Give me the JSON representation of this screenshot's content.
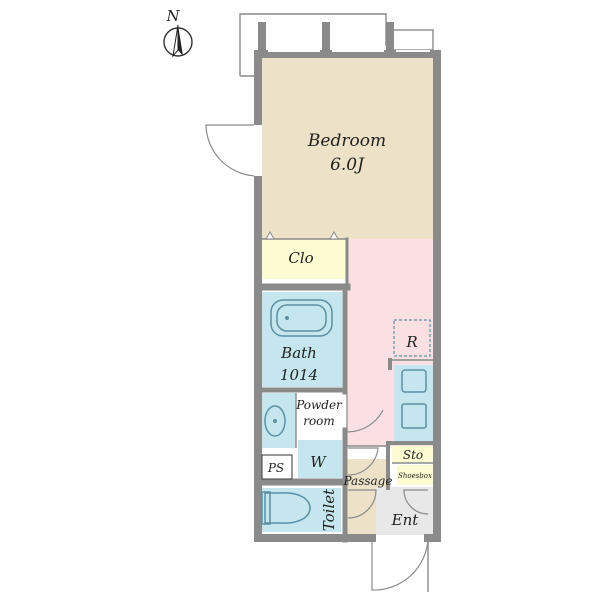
{
  "compass": {
    "label": "N"
  },
  "rooms": {
    "bedroom": {
      "name": "Bedroom",
      "size": "6.0J"
    },
    "closet": {
      "name": "Clo"
    },
    "bath": {
      "name": "Bath",
      "size": "1014"
    },
    "powder_room": {
      "line1": "Powder",
      "line2": "room"
    },
    "washer": {
      "name": "W"
    },
    "refrigerator": {
      "name": "R"
    },
    "storage": {
      "name": "Sto"
    },
    "shoebox": {
      "name": "Shoesbox"
    },
    "pipe_space": {
      "name": "PS"
    },
    "passage": {
      "name": "Passage"
    },
    "toilet": {
      "name": "Toilet"
    },
    "entrance": {
      "name": "Ent"
    }
  },
  "colors": {
    "bedroom": "#ede2c7",
    "closet": "#fdfbd2",
    "kitchen": "#fbe0e3",
    "wet_area": "#c6e6ef",
    "passage": "#ede2c7",
    "entrance": "#e8e8e8",
    "wall": "#8a8a8a"
  }
}
